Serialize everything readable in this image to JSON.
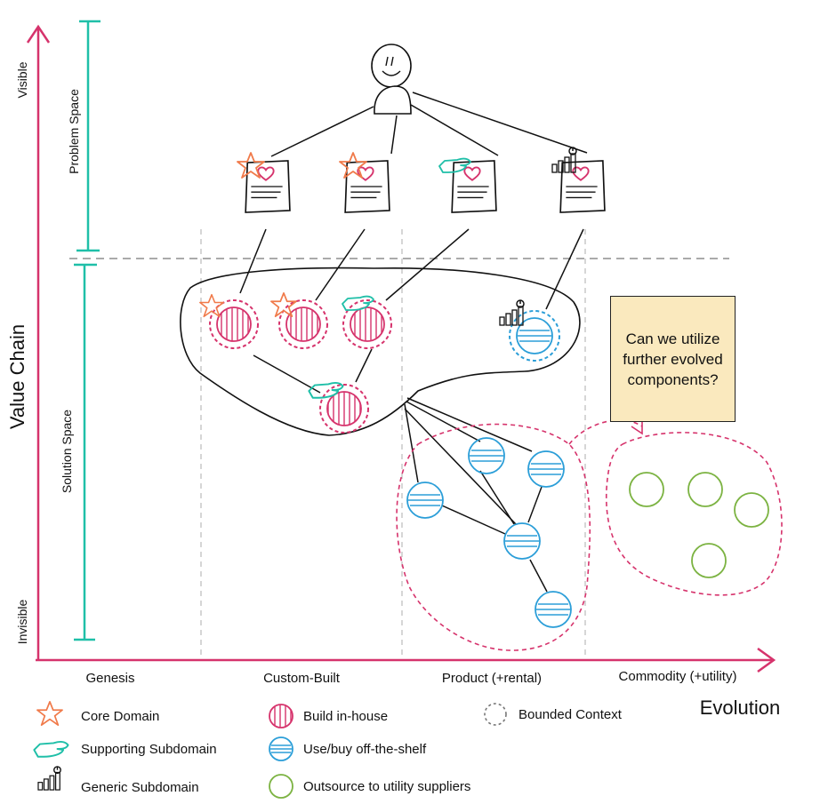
{
  "axes": {
    "y_title": "Value Chain",
    "y_top": "Visible",
    "y_bottom": "Invisible",
    "x_title": "Evolution",
    "stages": [
      "Genesis",
      "Custom-Built",
      "Product (+rental)",
      "Commodity (+utility)"
    ]
  },
  "spaces": {
    "problem": "Problem Space",
    "solution": "Solution Space"
  },
  "note": "Can we utilize further evolved components?",
  "legend": {
    "core": "Core Domain",
    "supporting": "Supporting Subdomain",
    "generic": "Generic Subdomain",
    "build": "Build in-house",
    "buy": "Use/buy off-the-shelf",
    "outsource": "Outsource to utility suppliers",
    "bounded": "Bounded Context"
  },
  "colors": {
    "axis": "#d6336c",
    "space_bracket": "#1fbfa8",
    "core": "#f07a4a",
    "build": "#d6336c",
    "buy": "#2b9ed8",
    "outsource": "#7cb342",
    "context": "#d6336c",
    "note_bg": "#fae9be"
  }
}
